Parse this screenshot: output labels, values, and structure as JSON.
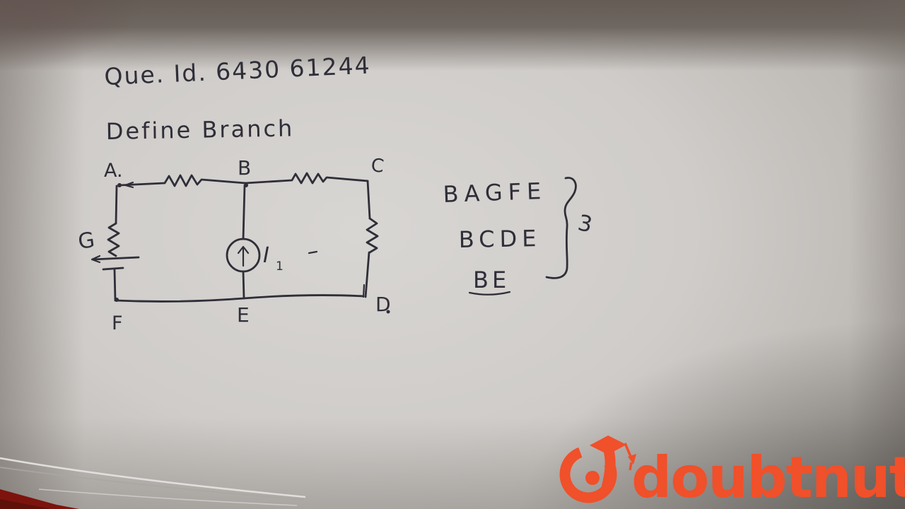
{
  "page": {
    "question_line": "Que. Id. 6430 61244",
    "title": "Define Branch"
  },
  "circuit": {
    "node_labels": {
      "a": "A.",
      "b": "B",
      "c": "C",
      "d": "D",
      "e": "E",
      "f": "F"
    },
    "battery_label": "G",
    "current_source": {
      "label": "I",
      "subscript": "1"
    },
    "components": [
      "resistor A-B",
      "resistor B-C",
      "resistor C-D",
      "battery G in branch A-F",
      "current source I1 in branch B-E"
    ]
  },
  "answer": {
    "branch_1": "BAGFE",
    "branch_2": "BCDE",
    "branch_3": "BE",
    "count": "3"
  },
  "watermark": {
    "brand": "doubtnut"
  },
  "colors": {
    "ink": "#2f2e38",
    "brand_orange": "#f0502a",
    "paper": "#cfccc9",
    "wall": "#6e6660",
    "red_corner": "#7c140d"
  }
}
